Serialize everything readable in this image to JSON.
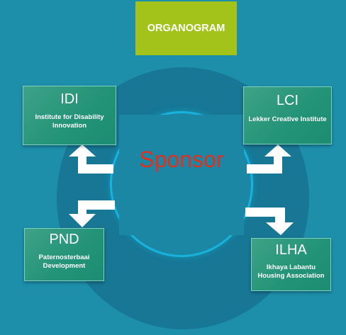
{
  "title": "ORGANOGRAM",
  "center": {
    "label": "Sponsor"
  },
  "nodes": {
    "idi": {
      "abbr": "IDI",
      "name": "Institute for Disability Innovation"
    },
    "lci": {
      "abbr": "LCI",
      "name": "Lekker Creative Institute"
    },
    "pnd": {
      "abbr": "PND",
      "name": "Paternosterbaai Development"
    },
    "ilha": {
      "abbr": "ILHA",
      "name": "Ikhaya Labantu Housing Association"
    }
  },
  "colors": {
    "background": "#1d8fab",
    "title_box": "#a3c31b",
    "node_fill": "#249478",
    "sponsor_text": "#e0301e",
    "arrow": "#ffffff"
  }
}
